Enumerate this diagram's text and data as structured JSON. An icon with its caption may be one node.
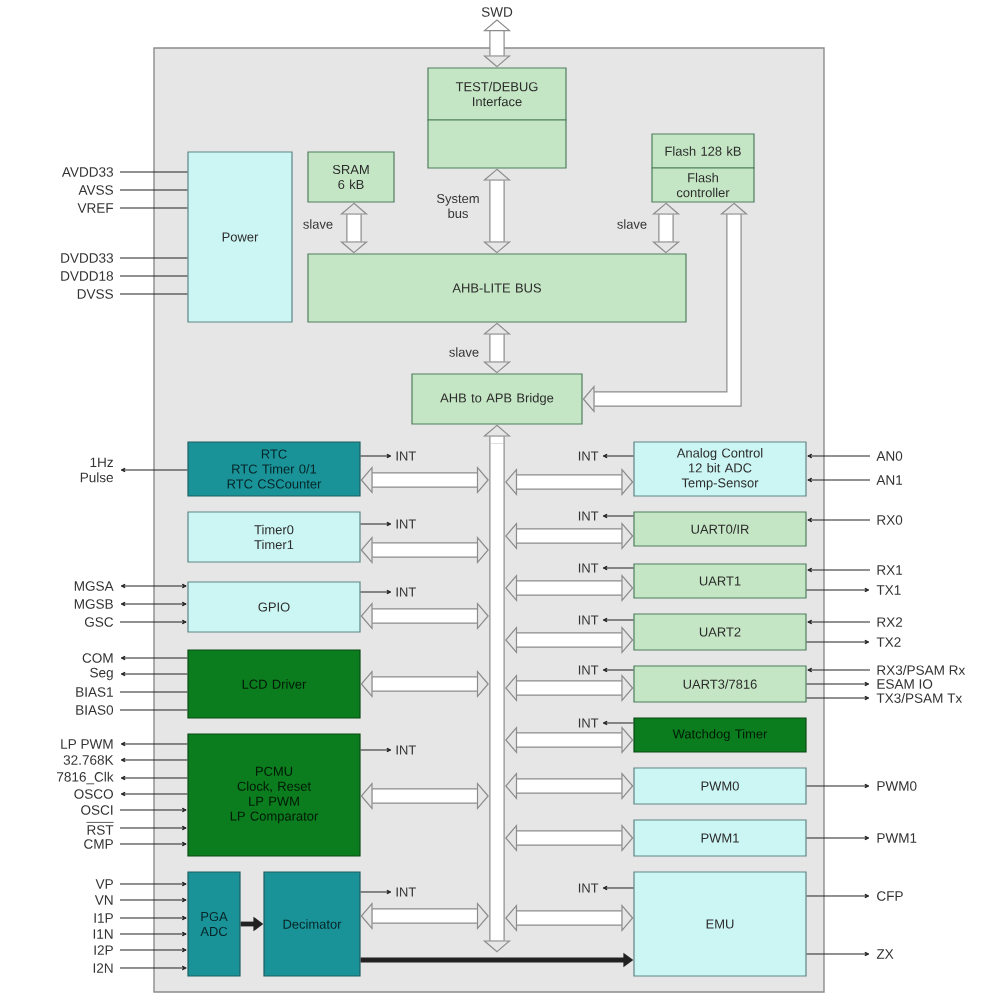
{
  "diagram": {
    "nodes": [
      {
        "text": [
          "SWD"
        ]
      },
      {
        "text": [
          "TEST/DEBUG Interface"
        ]
      },
      {
        "text": [],
        "shape": "box"
      },
      {
        "text": [
          "Flash 128 kB"
        ]
      },
      {
        "text": [
          "Flash controller"
        ]
      },
      {
        "text": [
          "AVDD33"
        ]
      },
      {
        "text": [
          "AVSS"
        ]
      },
      {
        "text": [
          "VREF"
        ]
      },
      {
        "text": [
          "Power"
        ]
      },
      {
        "text": [
          "SRAM 6 kB"
        ]
      },
      {
        "text": [
          "DVDD33"
        ]
      },
      {
        "text": [
          "DVDD18"
        ]
      },
      {
        "text": [
          "DVSS"
        ]
      },
      {
        "text": [
          "AHB-LITE BUS"
        ]
      },
      {
        "text": [
          "AHB to APB Bridge"
        ]
      },
      {
        "text": [],
        "shape": "bar"
      },
      {
        "text": [
          "1Hz Pulse"
        ]
      },
      {
        "text": [
          "RTC",
          "RTC Timer 0/1",
          "RTC CSCounter"
        ]
      },
      {
        "text": [
          "INT"
        ]
      },
      {
        "text": [
          "INT"
        ]
      },
      {
        "text": [
          "Analog Control",
          "12 bit ADC",
          "Temp-Sensor"
        ]
      },
      {
        "text": [
          "AN0"
        ]
      },
      {
        "text": [
          "AN1"
        ]
      },
      {
        "text": [
          "Timer0",
          "Timer1"
        ]
      },
      {
        "text": [
          "INT"
        ]
      },
      {
        "text": [
          "INT"
        ]
      },
      {
        "text": [
          "UART0/IR"
        ]
      },
      {
        "text": [
          "RX0"
        ]
      },
      {
        "text": [
          "INT"
        ]
      },
      {
        "text": [
          "UART1"
        ]
      },
      {
        "text": [
          "RX1"
        ]
      },
      {
        "text": [
          "TX1"
        ]
      },
      {
        "text": [
          "MGSA"
        ]
      },
      {
        "text": [
          "MGSB"
        ]
      },
      {
        "text": [
          "GSC"
        ]
      },
      {
        "text": [
          "GPIO"
        ]
      },
      {
        "text": [
          "INT"
        ]
      },
      {
        "text": [
          "INT"
        ]
      },
      {
        "text": [
          "UART2"
        ]
      },
      {
        "text": [
          "RX2"
        ]
      },
      {
        "text": [
          "TX2"
        ]
      },
      {
        "text": [
          "COM"
        ]
      },
      {
        "text": [
          "Seg"
        ]
      },
      {
        "text": [
          "BIAS1"
        ]
      },
      {
        "text": [
          "BIAS0"
        ]
      },
      {
        "text": [
          "LCD Driver"
        ]
      },
      {
        "text": [
          "INT"
        ]
      },
      {
        "text": [
          "UART3/7816"
        ]
      },
      {
        "text": [
          "RX3/PSAM Rx"
        ]
      },
      {
        "text": [
          "ESAM IO"
        ]
      },
      {
        "text": [
          "TX3/PSAM Tx"
        ]
      },
      {
        "text": [
          "INT"
        ]
      },
      {
        "text": [
          "Watchdog Timer"
        ]
      },
      {
        "text": [
          "LP PWM"
        ]
      },
      {
        "text": [
          "32.768K"
        ]
      },
      {
        "text": [
          "7816_Clk"
        ]
      },
      {
        "text": [
          "OSCO"
        ]
      },
      {
        "text": [
          "OSCI"
        ]
      },
      {
        "text": [
          "RST"
        ]
      },
      {
        "text": [
          "CMP"
        ]
      },
      {
        "text": [
          "PCMU",
          "Clock, Reset",
          "LP PWM",
          "LP Comparator"
        ]
      },
      {
        "text": [
          "INT"
        ]
      },
      {
        "text": [
          "PWM0"
        ]
      },
      {
        "text": [
          "PWM0"
        ]
      },
      {
        "text": [
          "PWM1"
        ]
      },
      {
        "text": [
          "PWM1"
        ]
      },
      {
        "text": [
          "VP"
        ]
      },
      {
        "text": [
          "VN"
        ]
      },
      {
        "text": [
          "I1P"
        ]
      },
      {
        "text": [
          "I1N"
        ]
      },
      {
        "text": [
          "I2P"
        ]
      },
      {
        "text": [
          "I2N"
        ]
      },
      {
        "text": [
          "PGA ADC"
        ]
      },
      {
        "text": [
          "Decimator"
        ]
      },
      {
        "text": [
          "INT"
        ]
      },
      {
        "text": [
          "INT"
        ]
      },
      {
        "text": [
          "EMU"
        ]
      },
      {
        "text": [
          "CFP"
        ]
      },
      {
        "text": [
          "ZX"
        ]
      }
    ],
    "edges": [
      {
        "from": 0,
        "to": 1,
        "arrow": "both",
        "style": "thick",
        "color": "#8c8c8c"
      },
      {
        "from": 2,
        "to": 13,
        "arrow": "both",
        "label": "System bus",
        "style": "thick",
        "color": "#8c8c8c"
      },
      {
        "from": 9,
        "to": 13,
        "arrow": "both",
        "label": "slave",
        "style": "thick",
        "color": "#8c8c8c"
      },
      {
        "from": 4,
        "to": 13,
        "arrow": "both",
        "label": "slave",
        "style": "thick",
        "color": "#8c8c8c"
      },
      {
        "from": 4,
        "to": 14,
        "arrow": "both",
        "style": "thick",
        "color": "#8c8c8c"
      },
      {
        "from": 13,
        "to": 14,
        "arrow": "both",
        "label": "slave",
        "style": "thick",
        "color": "#8c8c8c"
      },
      {
        "from": 15,
        "to": 14,
        "arrow": "to",
        "style": "thick",
        "color": "#8c8c8c"
      },
      {
        "from": 5,
        "to": 8,
        "arrow": "none"
      },
      {
        "from": 6,
        "to": 8,
        "arrow": "none"
      },
      {
        "from": 7,
        "to": 8,
        "arrow": "none"
      },
      {
        "from": 10,
        "to": 8,
        "arrow": "none"
      },
      {
        "from": 11,
        "to": 8,
        "arrow": "none"
      },
      {
        "from": 12,
        "to": 8,
        "arrow": "none"
      },
      {
        "from": 17,
        "to": 16,
        "arrow": "to"
      },
      {
        "from": 17,
        "to": 18,
        "arrow": "to"
      },
      {
        "from": 17,
        "to": 15,
        "arrow": "both",
        "style": "thick",
        "color": "#8c8c8c"
      },
      {
        "from": 20,
        "to": 19,
        "arrow": "to"
      },
      {
        "from": 20,
        "to": 15,
        "arrow": "both",
        "style": "thick",
        "color": "#8c8c8c"
      },
      {
        "from": 21,
        "to": 20,
        "arrow": "to"
      },
      {
        "from": 22,
        "to": 20,
        "arrow": "to"
      },
      {
        "from": 23,
        "to": 24,
        "arrow": "to"
      },
      {
        "from": 23,
        "to": 15,
        "arrow": "both",
        "style": "thick",
        "color": "#8c8c8c"
      },
      {
        "from": 26,
        "to": 25,
        "arrow": "to"
      },
      {
        "from": 26,
        "to": 15,
        "arrow": "both",
        "style": "thick",
        "color": "#8c8c8c"
      },
      {
        "from": 27,
        "to": 26,
        "arrow": "to"
      },
      {
        "from": 29,
        "to": 28,
        "arrow": "to"
      },
      {
        "from": 29,
        "to": 15,
        "arrow": "both",
        "style": "thick",
        "color": "#8c8c8c"
      },
      {
        "from": 30,
        "to": 29,
        "arrow": "to"
      },
      {
        "from": 29,
        "to": 31,
        "arrow": "to"
      },
      {
        "from": 32,
        "to": 35,
        "arrow": "both"
      },
      {
        "from": 33,
        "to": 35,
        "arrow": "both"
      },
      {
        "from": 34,
        "to": 35,
        "arrow": "to"
      },
      {
        "from": 35,
        "to": 36,
        "arrow": "to"
      },
      {
        "from": 35,
        "to": 15,
        "arrow": "both",
        "style": "thick",
        "color": "#8c8c8c"
      },
      {
        "from": 38,
        "to": 37,
        "arrow": "to"
      },
      {
        "from": 38,
        "to": 15,
        "arrow": "both",
        "style": "thick",
        "color": "#8c8c8c"
      },
      {
        "from": 39,
        "to": 38,
        "arrow": "to"
      },
      {
        "from": 38,
        "to": 40,
        "arrow": "to"
      },
      {
        "from": 45,
        "to": 41,
        "arrow": "to"
      },
      {
        "from": 45,
        "to": 42,
        "arrow": "to"
      },
      {
        "from": 43,
        "to": 45,
        "arrow": "none"
      },
      {
        "from": 44,
        "to": 45,
        "arrow": "none"
      },
      {
        "from": 45,
        "to": 15,
        "arrow": "both",
        "style": "thick",
        "color": "#8c8c8c"
      },
      {
        "from": 47,
        "to": 46,
        "arrow": "to"
      },
      {
        "from": 47,
        "to": 15,
        "arrow": "both",
        "style": "thick",
        "color": "#8c8c8c"
      },
      {
        "from": 48,
        "to": 47,
        "arrow": "to"
      },
      {
        "from": 47,
        "to": 49,
        "arrow": "to"
      },
      {
        "from": 47,
        "to": 50,
        "arrow": "to"
      },
      {
        "from": 52,
        "to": 51,
        "arrow": "to"
      },
      {
        "from": 52,
        "to": 15,
        "arrow": "both",
        "style": "thick",
        "color": "#8c8c8c"
      },
      {
        "from": 60,
        "to": 53,
        "arrow": "to"
      },
      {
        "from": 60,
        "to": 54,
        "arrow": "to"
      },
      {
        "from": 60,
        "to": 55,
        "arrow": "to"
      },
      {
        "from": 60,
        "to": 56,
        "arrow": "to"
      },
      {
        "from": 57,
        "to": 60,
        "arrow": "to"
      },
      {
        "from": 58,
        "to": 60,
        "arrow": "to"
      },
      {
        "from": 59,
        "to": 60,
        "arrow": "to"
      },
      {
        "from": 60,
        "to": 61,
        "arrow": "to"
      },
      {
        "from": 60,
        "to": 15,
        "arrow": "both",
        "style": "thick",
        "color": "#8c8c8c"
      },
      {
        "from": 62,
        "to": 15,
        "arrow": "both",
        "style": "thick",
        "color": "#8c8c8c"
      },
      {
        "from": 62,
        "to": 63,
        "arrow": "to"
      },
      {
        "from": 64,
        "to": 15,
        "arrow": "both",
        "style": "thick",
        "color": "#8c8c8c"
      },
      {
        "from": 64,
        "to": 65,
        "arrow": "to"
      },
      {
        "from": 66,
        "to": 72,
        "arrow": "to"
      },
      {
        "from": 67,
        "to": 72,
        "arrow": "to"
      },
      {
        "from": 68,
        "to": 72,
        "arrow": "to"
      },
      {
        "from": 69,
        "to": 72,
        "arrow": "to"
      },
      {
        "from": 70,
        "to": 72,
        "arrow": "to"
      },
      {
        "from": 71,
        "to": 72,
        "arrow": "to"
      },
      {
        "from": 72,
        "to": 73,
        "arrow": "to",
        "style": "thick"
      },
      {
        "from": 73,
        "to": 74,
        "arrow": "to"
      },
      {
        "from": 73,
        "to": 15,
        "arrow": "both",
        "style": "thick",
        "color": "#8c8c8c"
      },
      {
        "from": 73,
        "to": 76,
        "arrow": "to",
        "style": "thick"
      },
      {
        "from": 76,
        "to": 75,
        "arrow": "to"
      },
      {
        "from": 76,
        "to": 15,
        "arrow": "both",
        "style": "thick",
        "color": "#8c8c8c"
      },
      {
        "from": 76,
        "to": 77,
        "arrow": "to"
      },
      {
        "from": 76,
        "to": 78,
        "arrow": "to"
      }
    ]
  }
}
